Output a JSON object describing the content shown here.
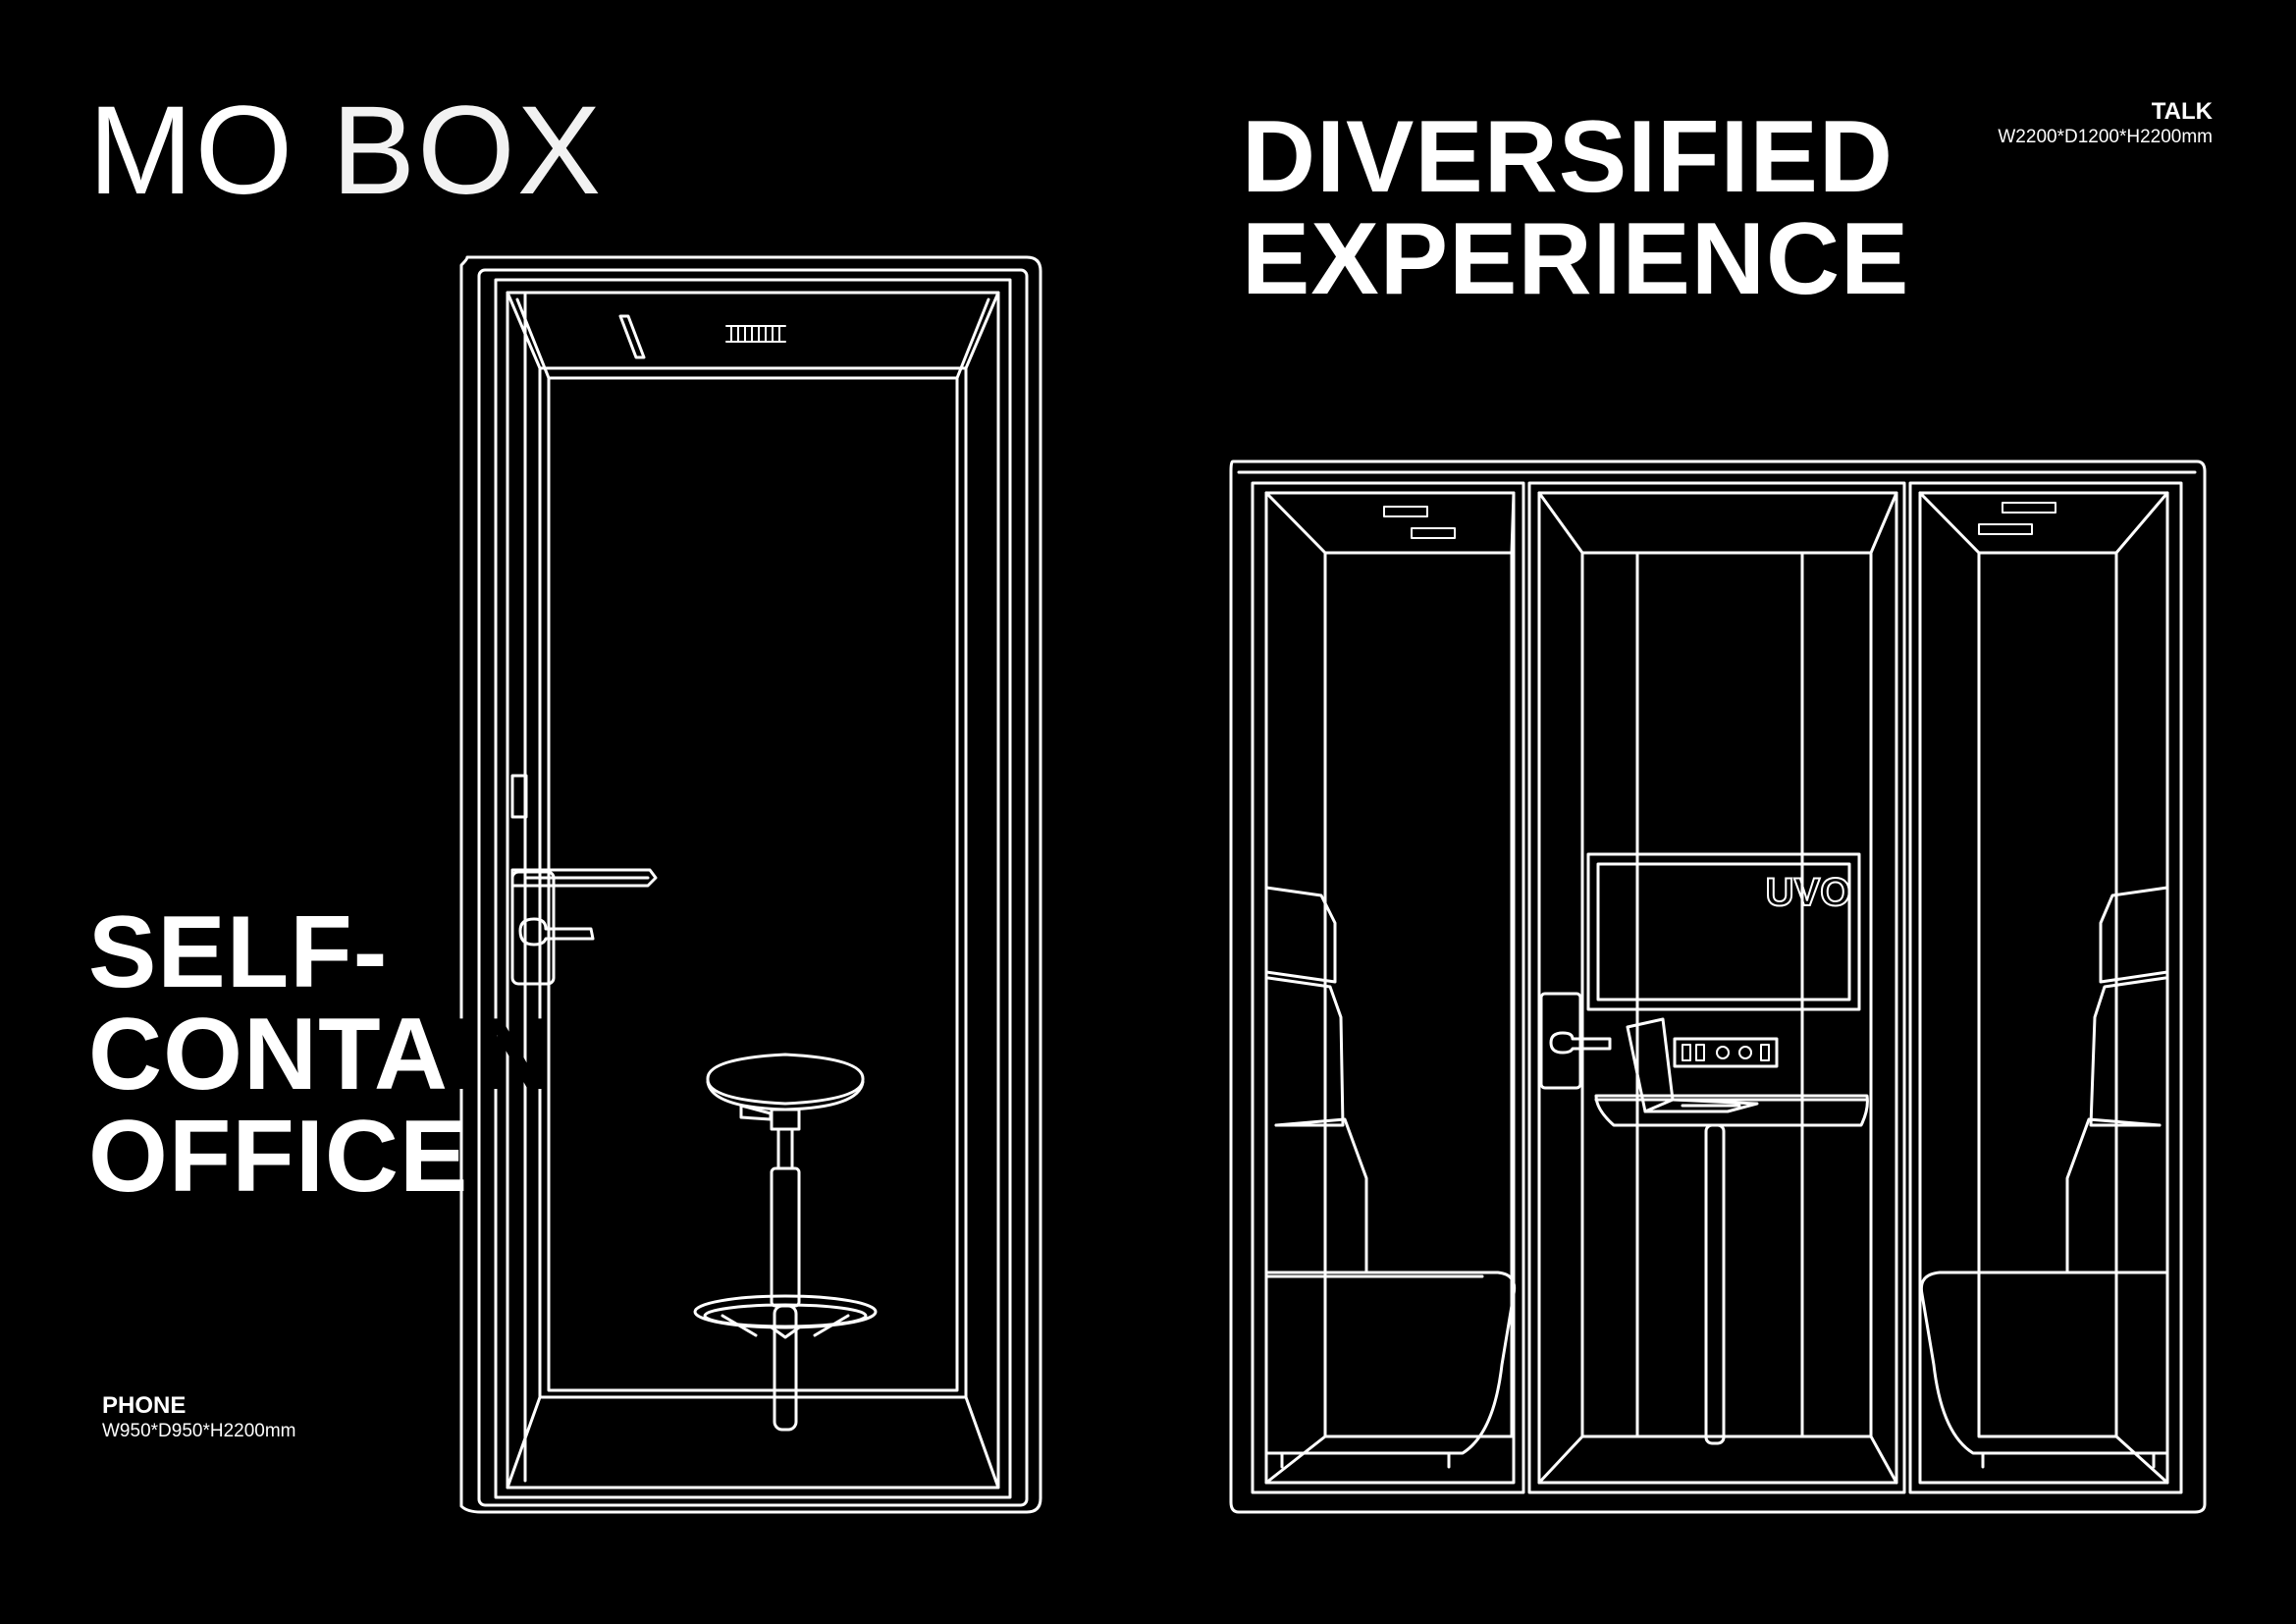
{
  "brand": {
    "part1": "MO ",
    "part2": "BOX"
  },
  "headline_right": {
    "line1": "DIVERSIFIED",
    "line2": "EXPERIENCE"
  },
  "headline_left": {
    "line1": "SELF-",
    "line2_white": "CONTA",
    "line2_dark": "INED",
    "line3": "OFFICE"
  },
  "spec_talk": {
    "title": "TALK",
    "dims": "W2200*D1200*H2200mm"
  },
  "spec_phone": {
    "title": "PHONE",
    "dims": "W950*D950*H2200mm"
  },
  "monitor_logo": "UVO",
  "colors": {
    "background": "#000000",
    "foreground": "#ffffff"
  }
}
